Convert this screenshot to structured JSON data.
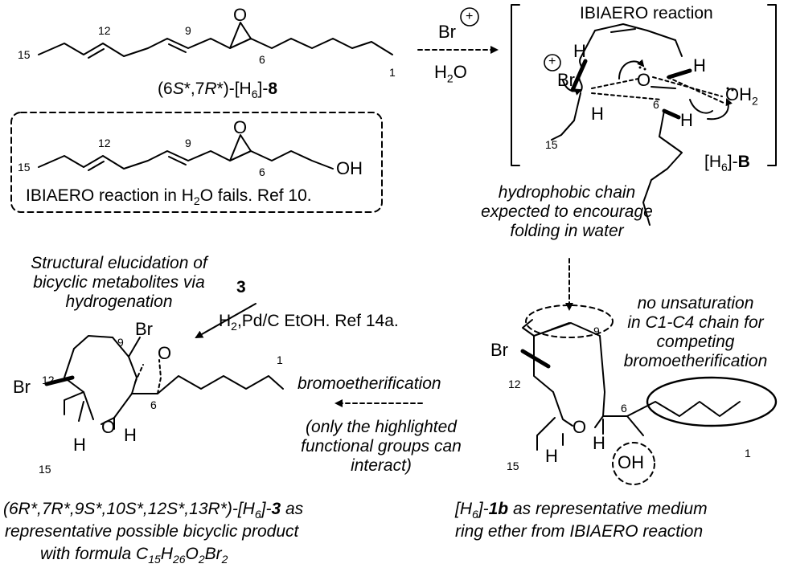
{
  "top_left": {
    "compound_label_prefix": "(6",
    "compound_label_s": "S",
    "compound_label_mid": "*,7",
    "compound_label_r": "R",
    "compound_label_mid2": "*)-[H",
    "compound_label_sub": "6",
    "compound_label_close": "]-",
    "compound_label_bold": "8",
    "locants": {
      "c15": "15",
      "c12": "12",
      "c9": "9",
      "c6": "6",
      "c1": "1"
    },
    "epoxide_atom": "O"
  },
  "boxed_analog": {
    "locants": {
      "c15": "15",
      "c12": "12",
      "c9": "9",
      "c6": "6"
    },
    "oh_label": "OH",
    "epoxide_atom": "O",
    "caption_a": "IBIAERO reaction in H",
    "caption_sub": "2",
    "caption_b": "O fails. Ref 10."
  },
  "step1": {
    "reagent": "Br",
    "plus": "+",
    "solvent_a": "H",
    "solvent_sub": "2",
    "solvent_b": "O"
  },
  "intermediate": {
    "title": "IBIAERO reaction",
    "atoms": {
      "br": "Br",
      "o": "O",
      "oh2_a": "OH",
      "oh2_sub": "2",
      "h_top": "H",
      "h_low": "H",
      "h_right_top": "H",
      "h_right_low": "H"
    },
    "plus": "+",
    "locants": {
      "c15": "15",
      "c6": "6"
    },
    "label_a": "[H",
    "label_sub": "6",
    "label_b": "]-",
    "label_bold": "B"
  },
  "hydrophobic_note": [
    "hydrophobic chain",
    "expected to encourage",
    "folding in water"
  ],
  "no_unsat_note": [
    "no unsaturation",
    "in C1-C4 chain for",
    "competing",
    "bromoetherification"
  ],
  "product_1b": {
    "atoms": {
      "br": "Br",
      "o": "O",
      "h_ring": "H",
      "h_left": "H",
      "oh": "OH"
    },
    "locants": {
      "c12": "12",
      "c15": "15",
      "c9": "9",
      "c6": "6",
      "c1": "1"
    },
    "caption_line1_a": "[H",
    "caption_line1_sub": "6",
    "caption_line1_b": "]-",
    "caption_line1_bold": "1b",
    "caption_line1_c": " as representative medium",
    "caption_line2": "ring ether  from IBIAERO reaction"
  },
  "step2": {
    "label": "bromoetherification",
    "note": [
      "(only the highlighted",
      "functional groups can",
      "interact)"
    ]
  },
  "structural_note": [
    "Structural elucidation of",
    "bicyclic metabolites via",
    "hydrogenation"
  ],
  "step3": {
    "compound": "3",
    "reagent_a": "H",
    "reagent_sub": "2",
    "reagent_b": ",Pd/C EtOH. Ref 14a."
  },
  "product_3": {
    "atoms": {
      "br_top": "Br",
      "o_bridge": "O",
      "br_left": "Br",
      "o_ring": "O",
      "h_ring": "H",
      "h_left": "H"
    },
    "locants": {
      "c9": "9",
      "c12": "12",
      "c6": "6",
      "c15": "15",
      "c1": "1"
    },
    "caption_line1_a": "(6R*,7R*,9S*,10S*,12S*,13R*)-[H",
    "caption_line1_sub": "6",
    "caption_line1_b": "]-",
    "caption_line1_bold": "3",
    "caption_line1_c": " as",
    "caption_line2": "representative possible bicyclic product",
    "caption_line3_a": "with formula C",
    "caption_line3_s1": "15",
    "caption_line3_b": "H",
    "caption_line3_s2": "26",
    "caption_line3_c": "O",
    "caption_line3_s3": "2",
    "caption_line3_d": "Br",
    "caption_line3_s4": "2"
  }
}
